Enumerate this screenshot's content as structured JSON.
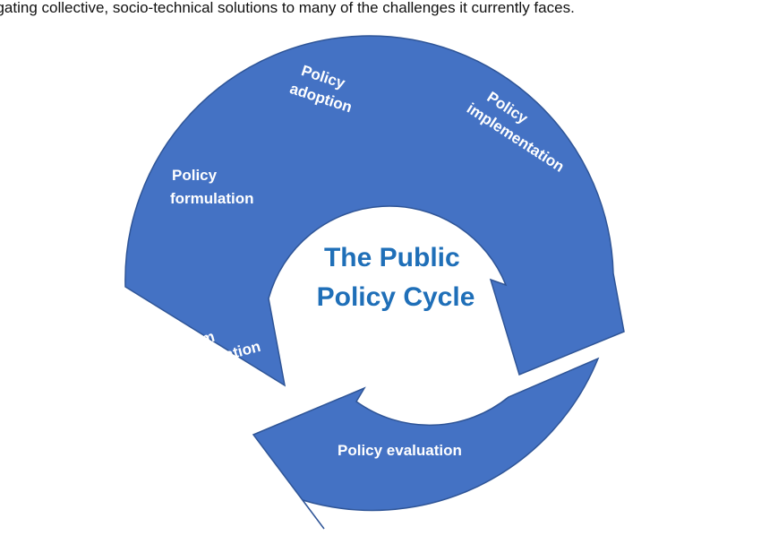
{
  "intro_text": "ngating collective, socio-technical solutions to many of the challenges it currently faces.",
  "colors": {
    "arrow_fill": "#4472C4",
    "arrow_stroke": "#2F5597",
    "label_text": "#FFFFFF",
    "center_text": "#1F6FB8"
  },
  "diagram": {
    "title_line1": "The Public",
    "title_line2": "Policy Cycle",
    "stages": {
      "adoption": {
        "line1": "Policy",
        "line2": "adoption"
      },
      "implementation": {
        "line1": "Policy",
        "line2": "implementation"
      },
      "evaluation": {
        "line1": "Policy evaluation"
      },
      "identification": {
        "line1": "Problem",
        "line2": "identification"
      },
      "formulation": {
        "line1": "Policy",
        "line2": "formulation"
      }
    }
  }
}
